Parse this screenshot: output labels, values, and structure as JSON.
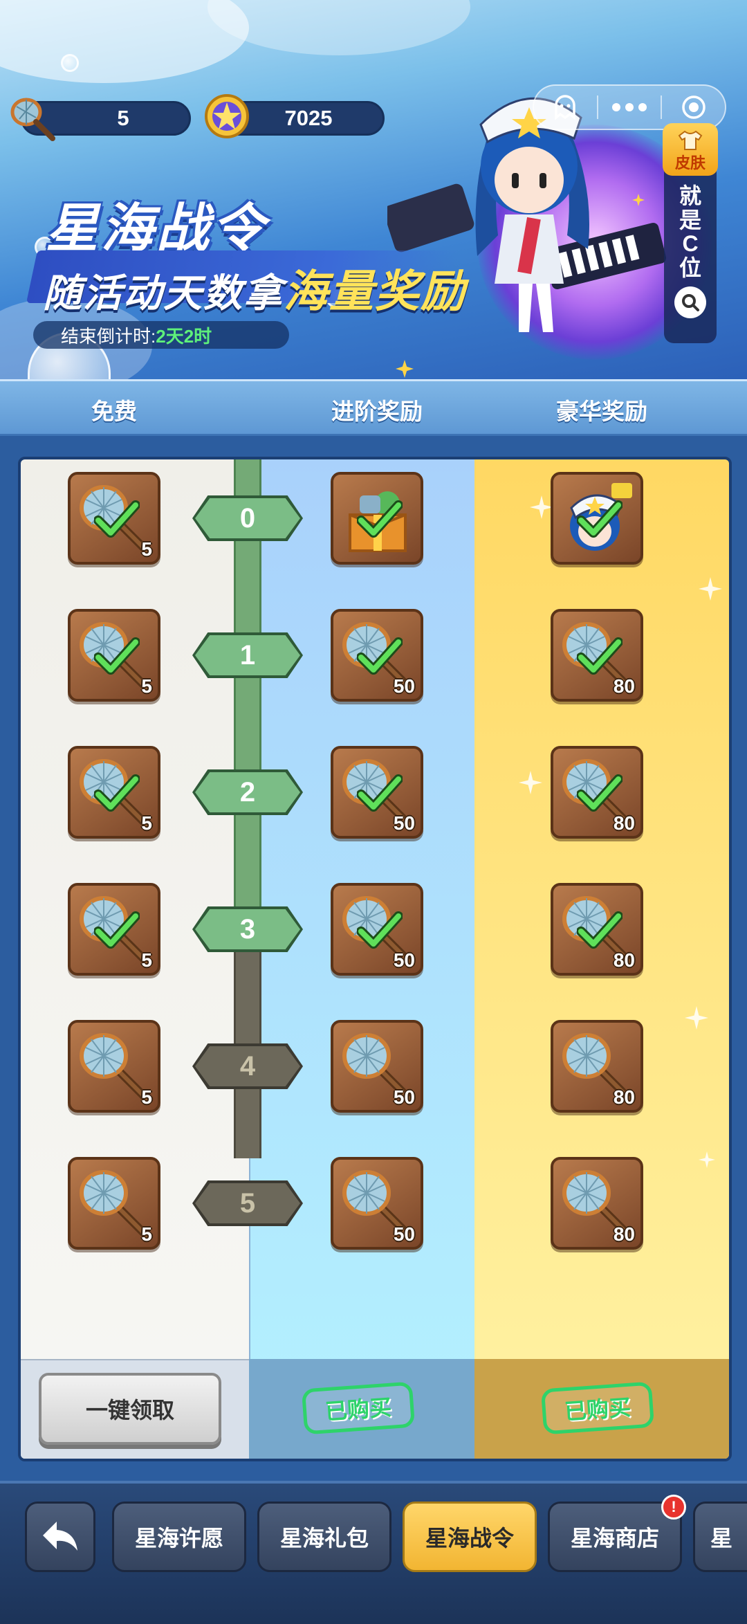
{
  "resources": {
    "nets": "5",
    "coins": "7025"
  },
  "banner": {
    "title": "星海战令",
    "subtitle_pre": "随活动天数拿",
    "subtitle_highlight": "海量奖励",
    "countdown_label": "结束倒计时:",
    "countdown_value": "2天2时",
    "skin_label": "皮肤",
    "skin_side_text": "就是C位"
  },
  "columns": {
    "free": "免费",
    "advanced": "进阶奖励",
    "luxury": "豪华奖励"
  },
  "levels": [
    {
      "level": "0",
      "claimed": true,
      "free_qty": "5",
      "adv_item": "gift-box",
      "adv_qty": "",
      "lux_item": "skin",
      "lux_qty": ""
    },
    {
      "level": "1",
      "claimed": true,
      "free_qty": "5",
      "adv_item": "net",
      "adv_qty": "50",
      "lux_item": "net",
      "lux_qty": "80"
    },
    {
      "level": "2",
      "claimed": true,
      "free_qty": "5",
      "adv_item": "net",
      "adv_qty": "50",
      "lux_item": "net",
      "lux_qty": "80"
    },
    {
      "level": "3",
      "claimed": true,
      "free_qty": "5",
      "adv_item": "net",
      "adv_qty": "50",
      "lux_item": "net",
      "lux_qty": "80"
    },
    {
      "level": "4",
      "claimed": false,
      "free_qty": "5",
      "adv_item": "net",
      "adv_qty": "50",
      "lux_item": "net",
      "lux_qty": "80"
    },
    {
      "level": "5",
      "claimed": false,
      "free_qty": "5",
      "adv_item": "net",
      "adv_qty": "50",
      "lux_item": "net",
      "lux_qty": "80"
    }
  ],
  "footer": {
    "claim_all": "一键领取",
    "adv_status": "已购买",
    "lux_status": "已购买"
  },
  "nav": {
    "back_icon": "back-arrow-icon",
    "tabs": [
      "星海许愿",
      "星海礼包",
      "星海战令",
      "星海商店",
      "星"
    ],
    "active_index": 2,
    "badge": "!"
  },
  "colors": {
    "accent": "#f2b532",
    "claimed_track": "#74aa76",
    "locked_track": "#6e6a5c",
    "bought": "#2ed36a"
  }
}
